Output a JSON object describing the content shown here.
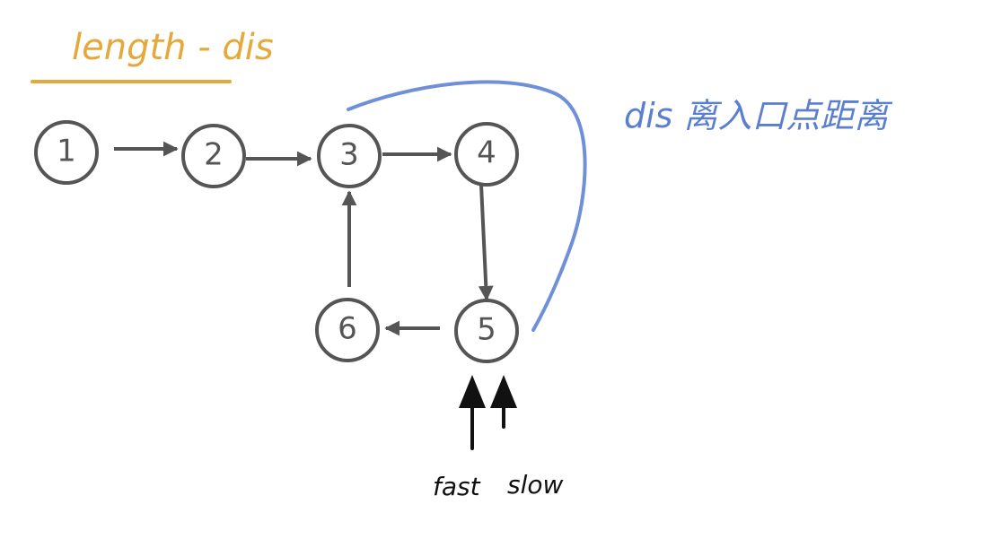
{
  "header": {
    "formula_label": "length - dis",
    "formula_color": "#E5A93B"
  },
  "annotation": {
    "text": "dis 离入口点距离",
    "color": "#5B7FD0"
  },
  "nodes": [
    {
      "id": "1",
      "label": "1"
    },
    {
      "id": "2",
      "label": "2"
    },
    {
      "id": "3",
      "label": "3"
    },
    {
      "id": "4",
      "label": "4"
    },
    {
      "id": "5",
      "label": "5"
    },
    {
      "id": "6",
      "label": "6"
    }
  ],
  "edges": [
    {
      "from": "1",
      "to": "2"
    },
    {
      "from": "2",
      "to": "3"
    },
    {
      "from": "3",
      "to": "4"
    },
    {
      "from": "4",
      "to": "5"
    },
    {
      "from": "5",
      "to": "6"
    },
    {
      "from": "6",
      "to": "3"
    }
  ],
  "pointers": {
    "fast_label": "fast",
    "slow_label": "slow"
  },
  "colors": {
    "node_stroke": "#555555",
    "arrow": "#555555",
    "pointer": "#111111",
    "arc": "#6F90D8"
  }
}
